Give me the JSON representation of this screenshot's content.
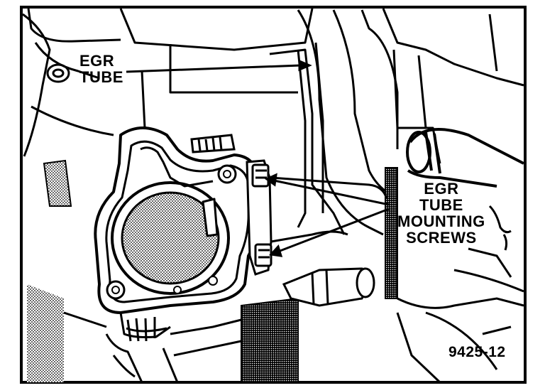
{
  "labels": {
    "egr_tube": [
      "EGR",
      "TUBE"
    ],
    "mounting_screws": [
      "EGR",
      "TUBE",
      "MOUNTING",
      "SCREWS"
    ],
    "figure_number": "9425-12"
  }
}
